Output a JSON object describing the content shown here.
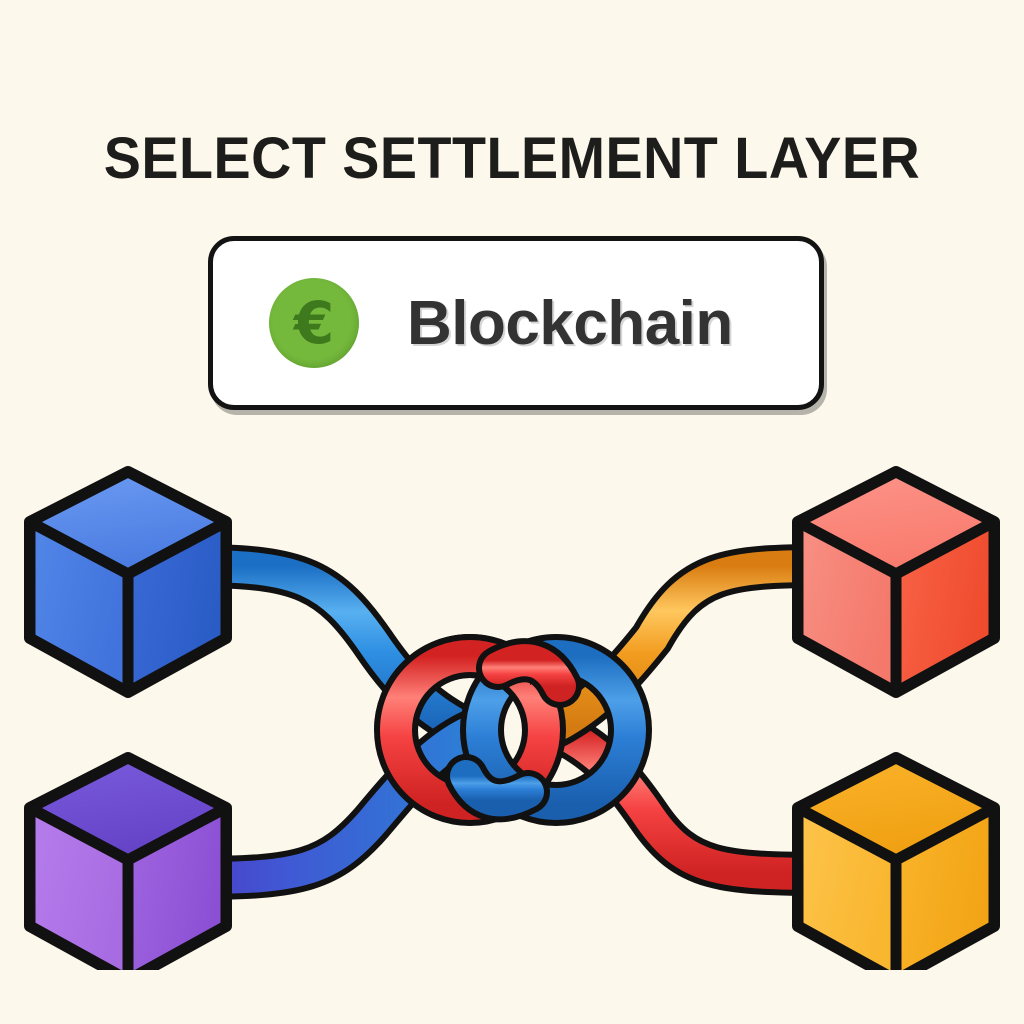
{
  "page": {
    "background_color": "#FDF8EC",
    "title": "SELECT SETTLEMENT LAYER",
    "title_color": "#1D1D1B"
  },
  "selector": {
    "name": "settlement-layer-selector",
    "value": "Blockchain",
    "value_color": "#333333",
    "background_color": "#FFFFFF",
    "border_color": "#131313",
    "icon": {
      "name": "euro-coin-icon",
      "glyph": "€",
      "circle_color": "#74B83C",
      "glyph_color": "#3E7A1D"
    }
  },
  "illustration": {
    "name": "blockchain-network-diagram",
    "description": "Four isometric cubes joined by tubes that interlock as a chain link at the center",
    "outline_color": "#111111",
    "nodes": [
      {
        "name": "node-cube-blue",
        "position": "top-left",
        "top_color": "#5B8DEF",
        "left_color": "#4A7BE0",
        "right_color": "#2F63CF"
      },
      {
        "name": "node-cube-coral",
        "position": "top-right",
        "top_color": "#FA8A7E",
        "left_color": "#F4897C",
        "right_color": "#F4573A"
      },
      {
        "name": "node-cube-purple",
        "position": "bottom-left",
        "top_color": "#6E4FD0",
        "left_color": "#B178E8",
        "right_color": "#9A5BDF"
      },
      {
        "name": "node-cube-amber",
        "position": "bottom-right",
        "top_color": "#F5A81C",
        "left_color": "#FCBE3E",
        "right_color": "#F8B02A"
      }
    ],
    "links": [
      {
        "name": "link-blue",
        "from": "node-cube-blue",
        "to": "center-knot",
        "start_color": "#2F8FE0",
        "end_color": "#2C7FD6"
      },
      {
        "name": "link-orange",
        "from": "center-knot",
        "to": "node-cube-coral",
        "start_color": "#F0921F",
        "end_color": "#F5A827"
      },
      {
        "name": "link-purple-blue",
        "from": "node-cube-purple",
        "to": "center-knot",
        "start_color": "#4B40C8",
        "end_color": "#2C7FD6"
      },
      {
        "name": "link-red",
        "from": "center-knot",
        "to": "node-cube-amber",
        "start_color": "#F53C3C",
        "end_color": "#F34343"
      }
    ],
    "knot": {
      "name": "center-chain-knot",
      "loop_red_color": "#F54343",
      "loop_blue_color": "#2C7FD6"
    }
  }
}
